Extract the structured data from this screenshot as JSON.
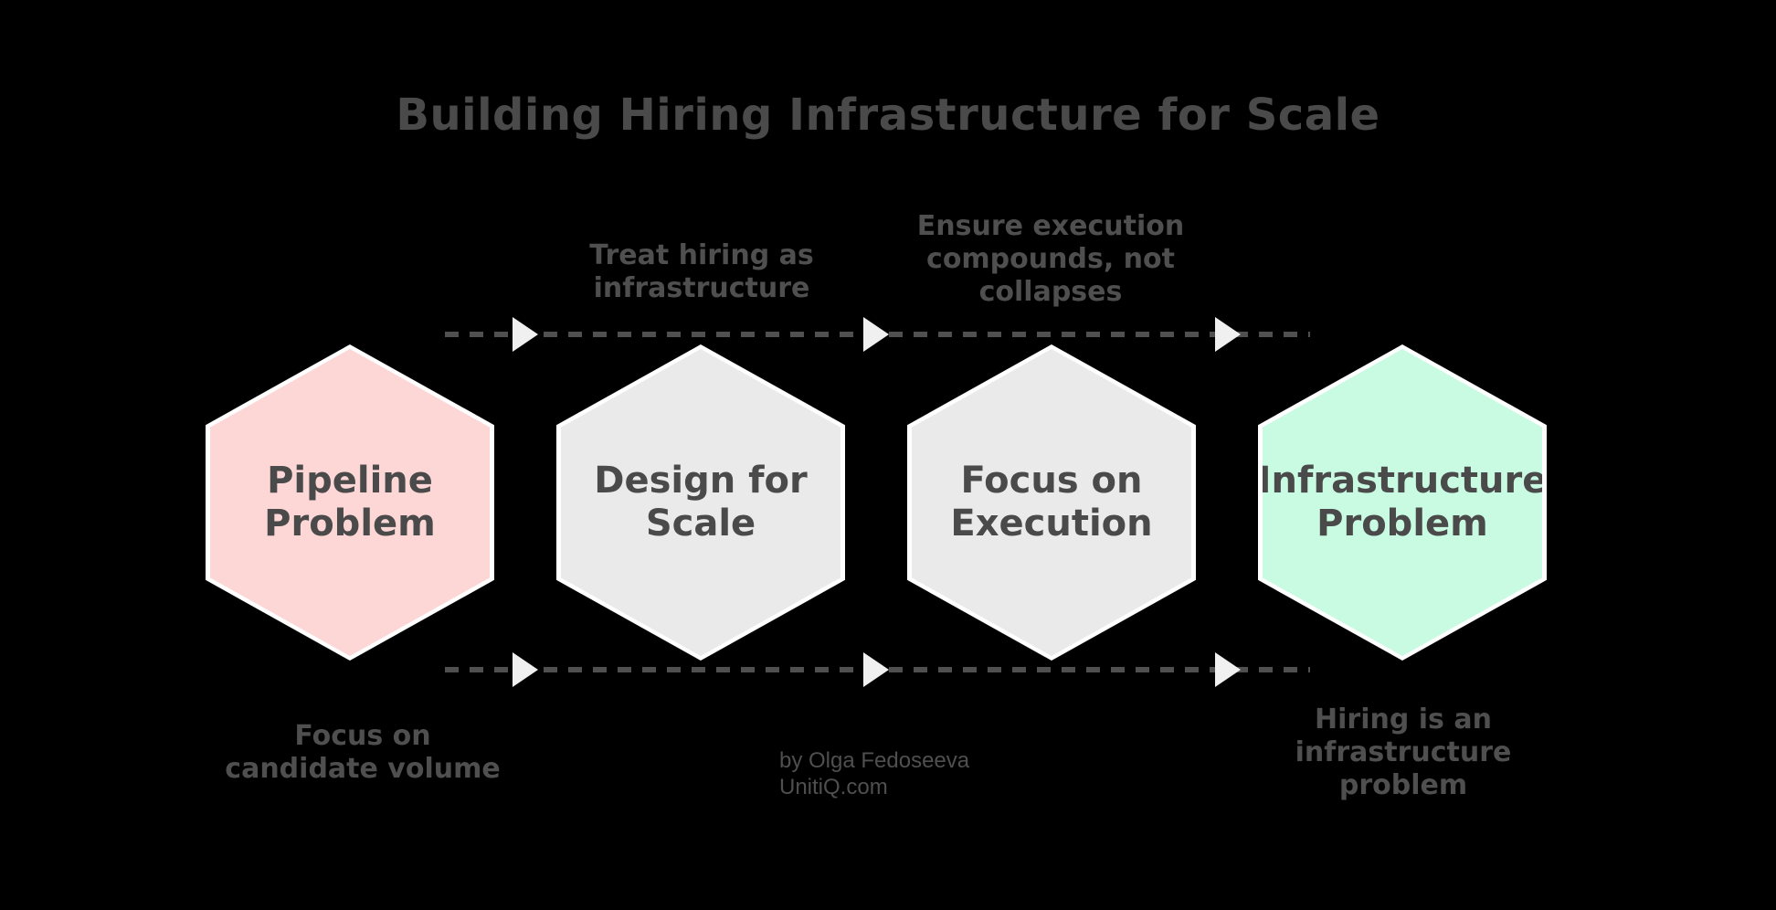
{
  "title": "Building Hiring Infrastructure for Scale",
  "colors": {
    "background": "#000000",
    "hex_border": "#ffffff",
    "pink": "#fcd7d6",
    "gray": "#eaeaea",
    "mint": "#c9fbe2",
    "text_dark": "#4a4a4a",
    "label_gray": "#4f4f4f",
    "dash": "#505050",
    "arrow_fill": "#f0f0f0"
  },
  "hexagons": [
    {
      "id": "pipeline-problem",
      "label": "Pipeline\nProblem",
      "fill": "#fcd7d6"
    },
    {
      "id": "design-for-scale",
      "label": "Design for\nScale",
      "fill": "#eaeaea"
    },
    {
      "id": "focus-on-execution",
      "label": "Focus on\nExecution",
      "fill": "#eaeaea"
    },
    {
      "id": "infrastructure-problem",
      "label": "Infrastructure\nProblem",
      "fill": "#c9fbe2"
    }
  ],
  "annotations": {
    "top": [
      {
        "text": "Treat hiring as\ninfrastructure"
      },
      {
        "text": "Ensure execution\ncompounds, not\ncollapses"
      }
    ],
    "bottom": [
      {
        "text": "Focus on\ncandidate volume"
      },
      {
        "text": "Hiring is an\ninfrastructure\nproblem"
      }
    ]
  },
  "attribution": {
    "author": "by Olga Fedoseeva",
    "site": "UnitiQ.com"
  }
}
